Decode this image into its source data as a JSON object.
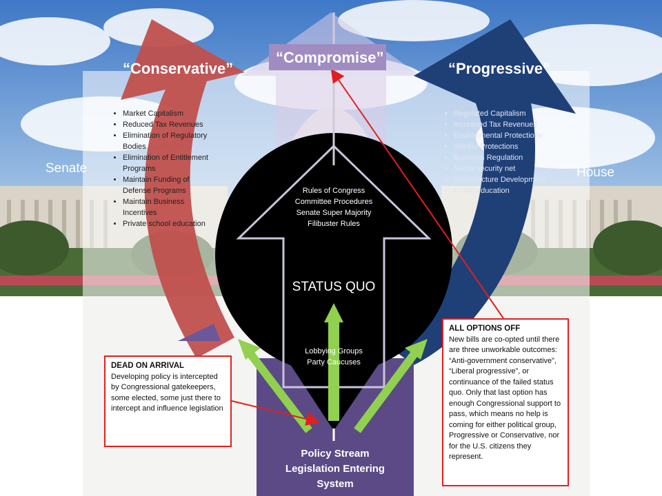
{
  "labels": {
    "conservative": "“Conservative”",
    "compromise": "“Compromise”",
    "progressive": "“Progressive”",
    "senate": "Senate",
    "house": "House"
  },
  "conservative_items": [
    "Market Capitalism",
    "Reduced Tax Revenues",
    "Elimination of Regulatory Bodies",
    "Elimination of Entitlement Programs",
    "Maintain Funding of Defense Programs",
    "Maintain Business Incentives",
    "Private school education"
  ],
  "progressive_items": [
    "Regulated Capitalism",
    "Increased Tax Revenues",
    "Environmental Protections",
    "Worker Protections",
    "Business Regulation",
    "Social security net",
    "Infrastructure Development",
    "Public education"
  ],
  "center": {
    "rules": [
      "Rules of Congress",
      "Committee  Procedures",
      "Senate Super Majority",
      "Filibuster Rules"
    ],
    "status_quo": "STATUS QUO",
    "lobby": [
      "Lobbying Groups",
      "Party Caucuses"
    ]
  },
  "dead_on_arrival": {
    "title": "DEAD ON ARRIVAL",
    "body": "Developing policy is intercepted by Congressional gatekeepers, some elected, some just there to intercept and influence legislation"
  },
  "all_options_off": {
    "title": "ALL OPTIONS OFF",
    "body": "New bills are co-opted until there are three unworkable outcomes: “Anti-government conservative”, “Liberal progressive”, or continuance of the failed status  quo. Only that last option has enough Congressional support to pass, which means no help is coming for either political group, Progressive or Conservative, nor for the U.S. citizens they represent."
  },
  "policy_stream": [
    "Policy Stream",
    "Legislation Entering",
    "System"
  ],
  "colors": {
    "conservative": "#c0504d",
    "progressive": "#1f3f77",
    "compromise": "#a08cc0",
    "policy": "#5b4a86",
    "green": "#92d050",
    "red": "#e02020"
  }
}
